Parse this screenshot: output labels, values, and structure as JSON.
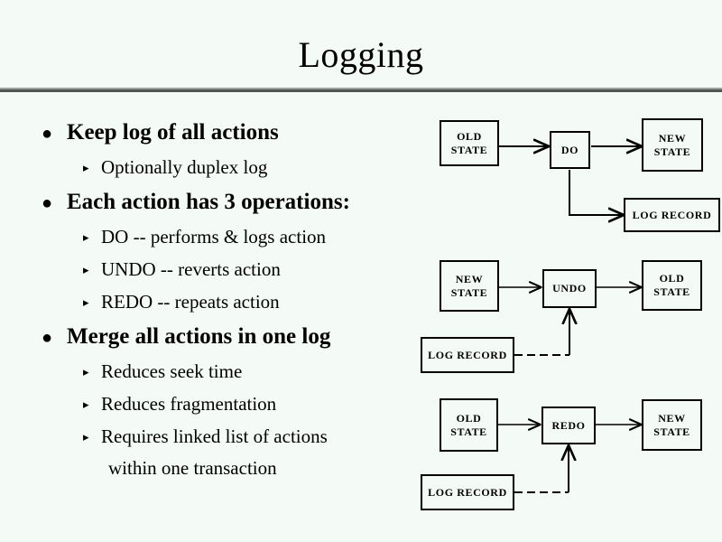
{
  "slide": {
    "title": "Logging",
    "background_color": "#f4faf5",
    "text_color": "#000000",
    "rule_light_color": "#9aa39c",
    "rule_dark_color": "#505650"
  },
  "bullets": [
    {
      "level": 1,
      "marker": "●",
      "text": "Keep log of all actions"
    },
    {
      "level": 2,
      "marker": "▸",
      "text": "Optionally duplex log"
    },
    {
      "level": 1,
      "marker": "●",
      "text": "Each action has 3 operations:"
    },
    {
      "level": 2,
      "marker": "▸",
      "text": "DO -- performs & logs action"
    },
    {
      "level": 2,
      "marker": "▸",
      "text": "UNDO -- reverts action"
    },
    {
      "level": 2,
      "marker": "▸",
      "text": "REDO -- repeats action"
    },
    {
      "level": 1,
      "marker": "●",
      "text": "Merge all actions in one log"
    },
    {
      "level": 2,
      "marker": "▸",
      "text": "Reduces seek time"
    },
    {
      "level": 2,
      "marker": "▸",
      "text": "Reduces fragmentation"
    },
    {
      "level": 2,
      "marker": "▸",
      "text": "Requires linked list of actions",
      "continuation": "within one transaction"
    }
  ],
  "diagram": {
    "rows": [
      {
        "name": "do-row",
        "nodes": {
          "source": {
            "line1": "OLD",
            "line2": "STATE"
          },
          "operation": {
            "line1": "DO",
            "line2": ""
          },
          "target": {
            "line1": "NEW",
            "line2": "STATE"
          },
          "log": {
            "line1": "LOG RECORD",
            "line2": ""
          }
        }
      },
      {
        "name": "undo-row",
        "nodes": {
          "source": {
            "line1": "NEW",
            "line2": "STATE"
          },
          "operation": {
            "line1": "UNDO",
            "line2": ""
          },
          "target": {
            "line1": "OLD",
            "line2": "STATE"
          },
          "log": {
            "line1": "LOG RECORD",
            "line2": ""
          }
        }
      },
      {
        "name": "redo-row",
        "nodes": {
          "source": {
            "line1": "OLD",
            "line2": "STATE"
          },
          "operation": {
            "line1": "REDO",
            "line2": ""
          },
          "target": {
            "line1": "NEW",
            "line2": "STATE"
          },
          "log": {
            "line1": "LOG RECORD",
            "line2": ""
          }
        }
      }
    ]
  }
}
